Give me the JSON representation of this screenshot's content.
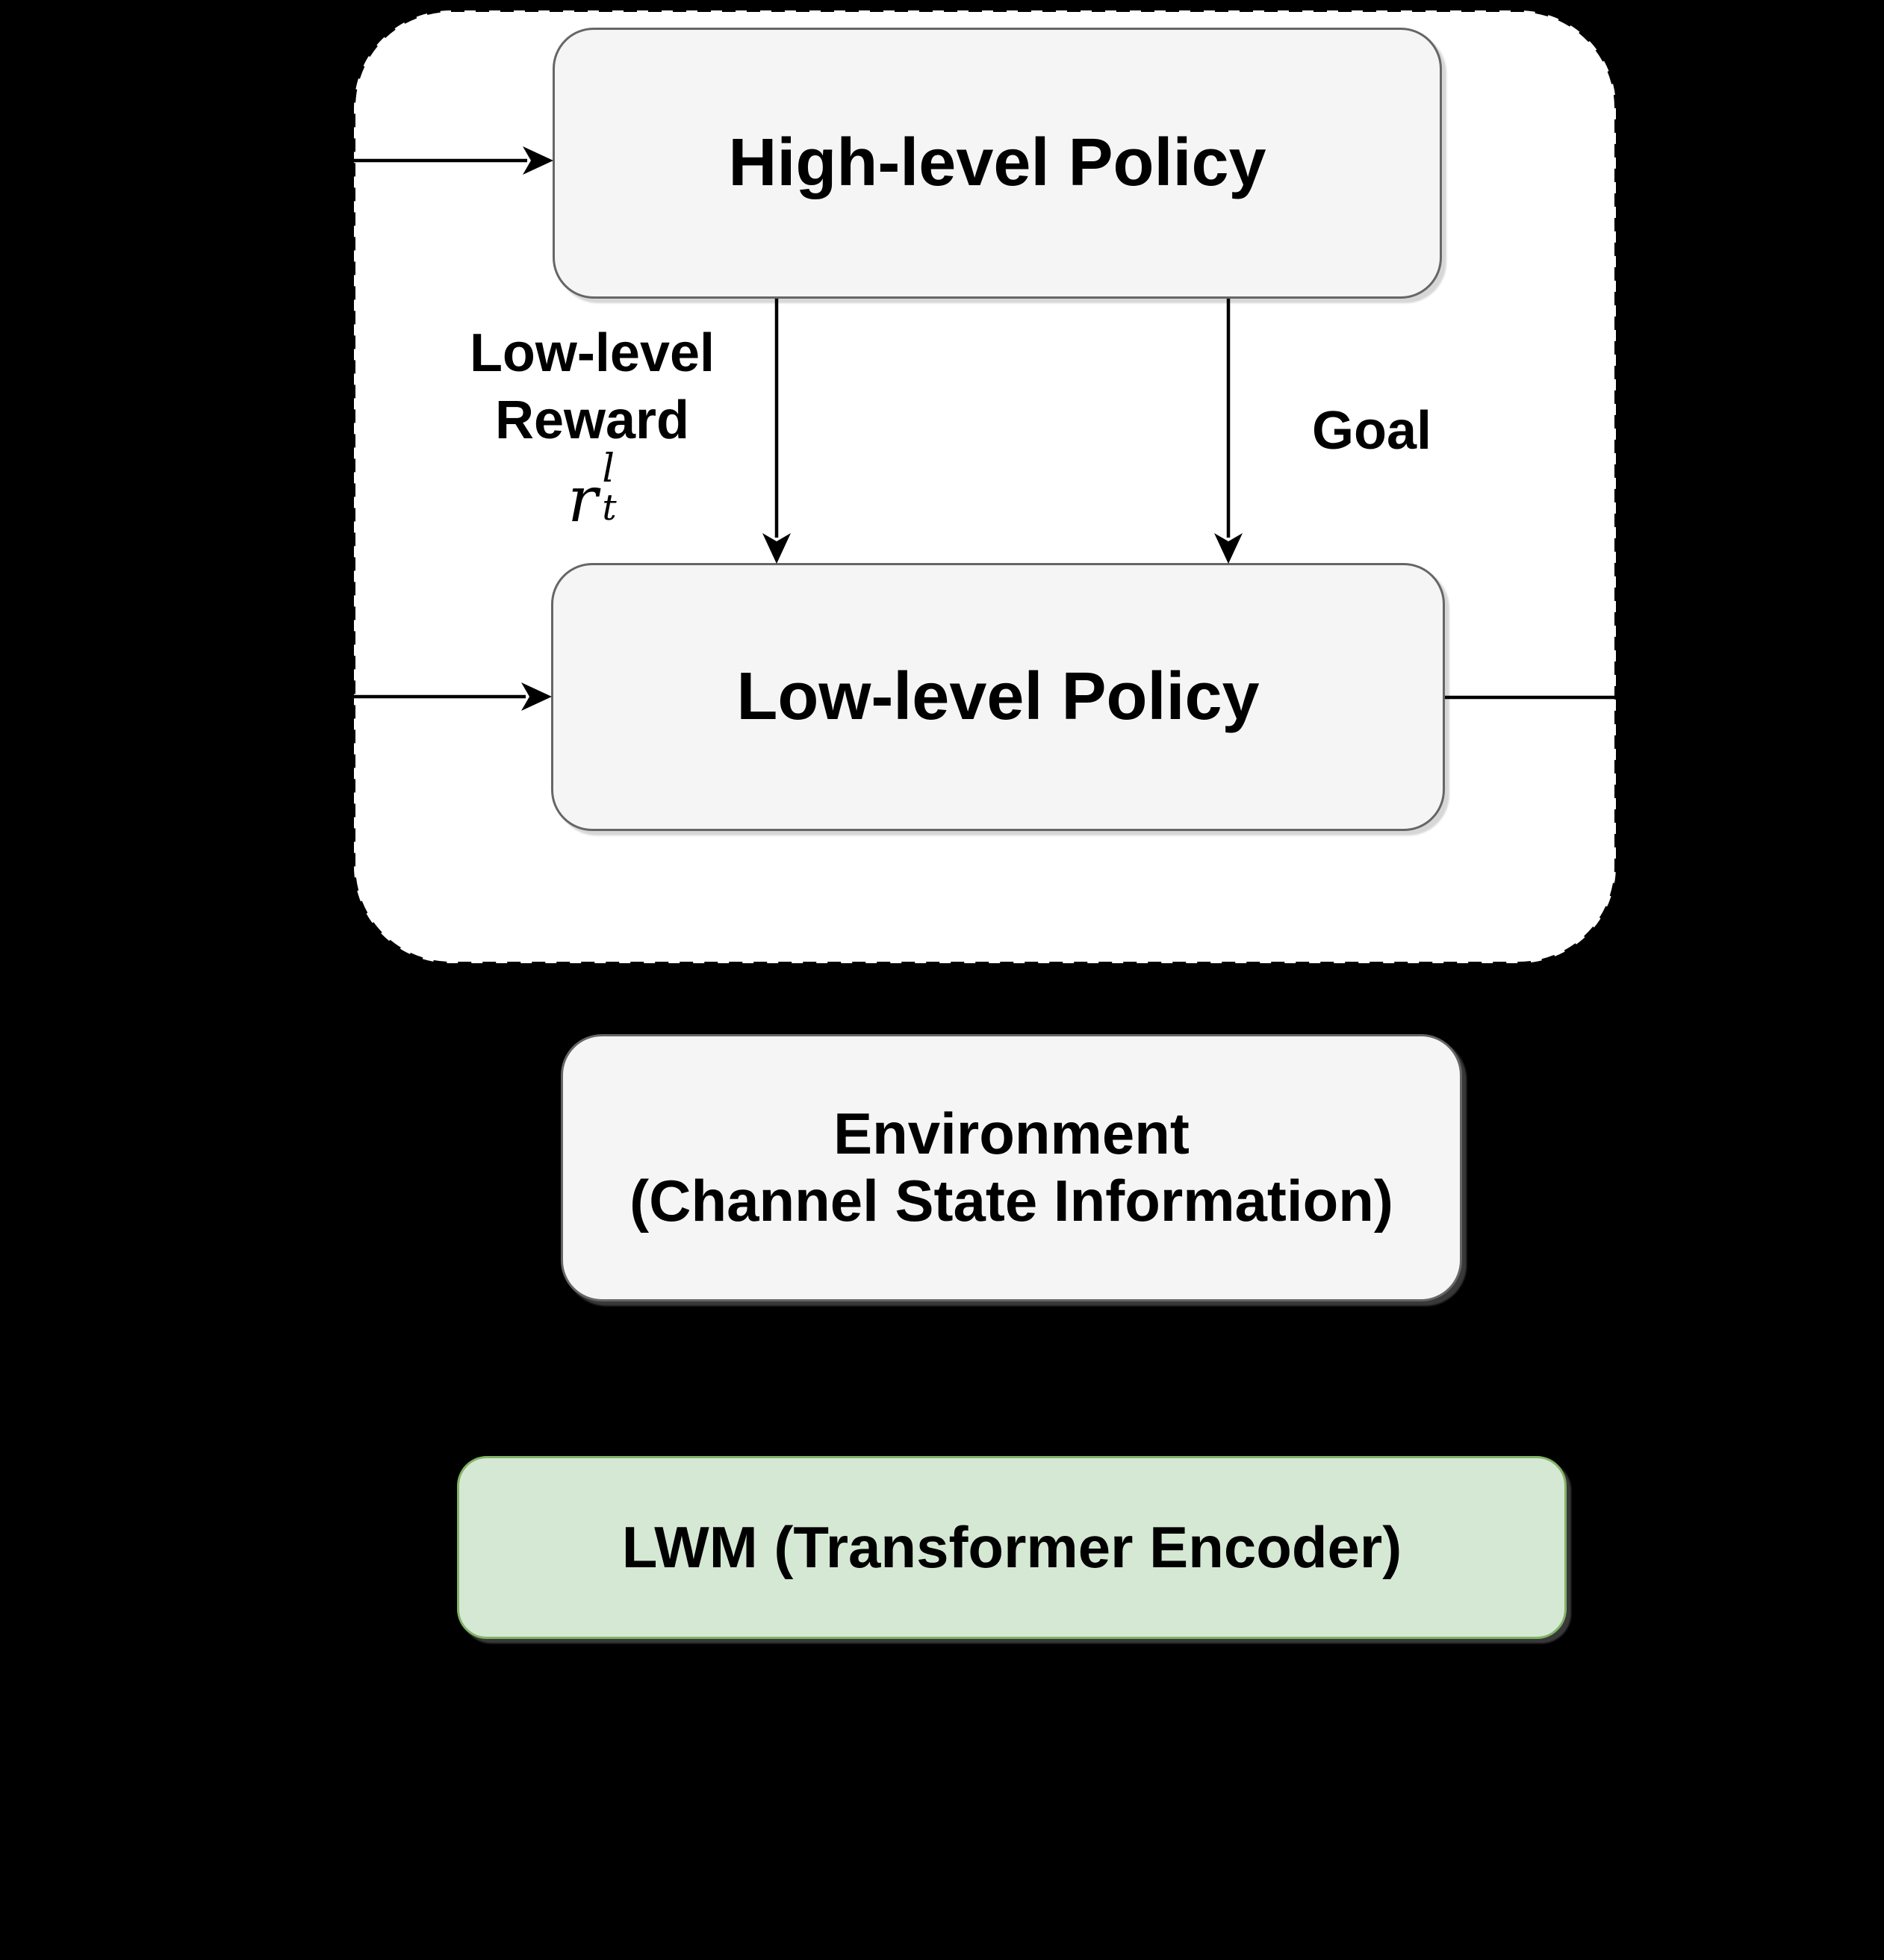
{
  "nodes": {
    "high_policy": {
      "label": "High-level Policy"
    },
    "low_policy": {
      "label": "Low-level Policy"
    },
    "environment": {
      "line1": "Environment",
      "line2": "(Channel State Information)"
    },
    "lwm": {
      "label": "LWM (Transformer Encoder)"
    }
  },
  "labels": {
    "low_level_reward": {
      "line1": "Low-level",
      "line2": "Reward"
    },
    "reward_symbol": {
      "base": "r",
      "superscript": "l",
      "subscript": "t"
    },
    "goal": "Goal"
  },
  "colors": {
    "background": "#000000",
    "container_fill": "#ffffff",
    "container_border": "#000000",
    "policy_fill": "#f5f5f5",
    "policy_border": "#666666",
    "lwm_fill": "#d5e8d4",
    "lwm_border": "#82b366",
    "arrow": "#000000",
    "text": "#000000"
  }
}
